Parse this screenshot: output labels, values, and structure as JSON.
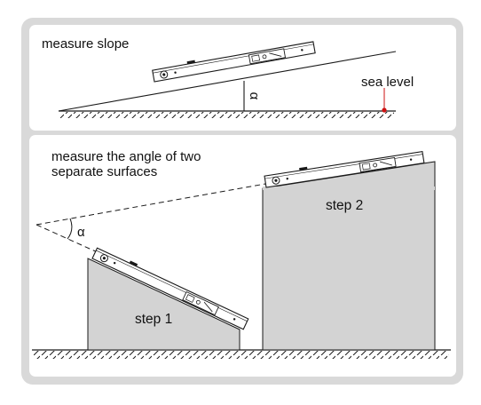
{
  "panel_top": {
    "title": "measure slope",
    "sea_level_label": "sea level",
    "angle_symbol": "α"
  },
  "panel_bottom": {
    "title_line1": "measure the angle of two",
    "title_line2": "separate surfaces",
    "angle_symbol": "α",
    "step1_label": "step 1",
    "step2_label": "step 2"
  },
  "colors": {
    "frame_bg": "#d9d9d9",
    "panel_bg": "#ffffff",
    "block_fill": "#d3d3d3",
    "line": "#1a1a1a",
    "sea_level_marker": "#cc1111"
  }
}
